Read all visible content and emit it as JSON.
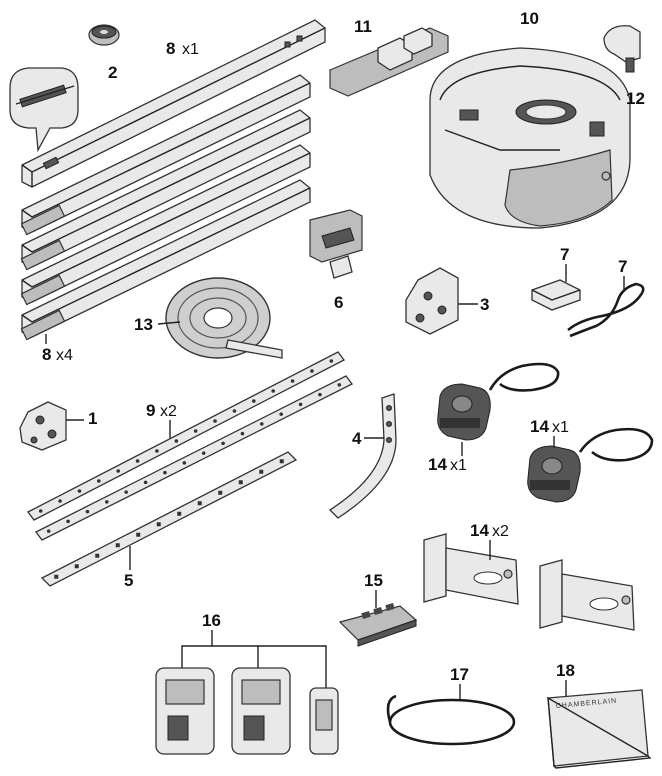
{
  "parts": [
    {
      "id": "1",
      "qty": ""
    },
    {
      "id": "2",
      "qty": ""
    },
    {
      "id": "3",
      "qty": ""
    },
    {
      "id": "4",
      "qty": ""
    },
    {
      "id": "5",
      "qty": ""
    },
    {
      "id": "6",
      "qty": ""
    },
    {
      "id": "7",
      "qty": ""
    },
    {
      "id": "8",
      "qty": "x1"
    },
    {
      "id": "8",
      "qty": "x4"
    },
    {
      "id": "9",
      "qty": "x2"
    },
    {
      "id": "10",
      "qty": ""
    },
    {
      "id": "11",
      "qty": ""
    },
    {
      "id": "12",
      "qty": ""
    },
    {
      "id": "13",
      "qty": ""
    },
    {
      "id": "14",
      "qty": "x1"
    },
    {
      "id": "14",
      "qty": "x1"
    },
    {
      "id": "14",
      "qty": "x2"
    },
    {
      "id": "15",
      "qty": ""
    },
    {
      "id": "16",
      "qty": ""
    },
    {
      "id": "17",
      "qty": ""
    },
    {
      "id": "18",
      "qty": ""
    },
    {
      "id": "7",
      "qty": ""
    }
  ],
  "manual_brand": "CHAMBERLAIN"
}
